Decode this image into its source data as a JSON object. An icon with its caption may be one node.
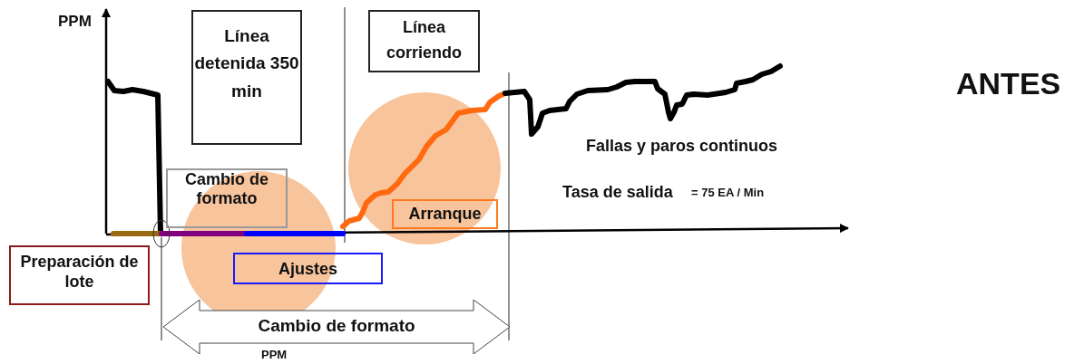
{
  "diagram": {
    "nodes": [
      {
        "text": [
          "Línea detenida 350 min"
        ]
      },
      {
        "text": [
          "Línea corriendo"
        ]
      },
      {
        "text": [
          "Cambio de formato"
        ]
      },
      {
        "text": [
          "Arranque"
        ]
      },
      {
        "text": [
          "Preparación de lote"
        ]
      },
      {
        "text": [
          "Ajustes"
        ]
      },
      {
        "text": [
          "Cambio de formato"
        ]
      }
    ],
    "labels": [
      "PPM",
      "ANTES",
      "Fallas y paros continuos",
      "Tasa de salida",
      "= 75 EA / Min",
      "PPM"
    ]
  }
}
